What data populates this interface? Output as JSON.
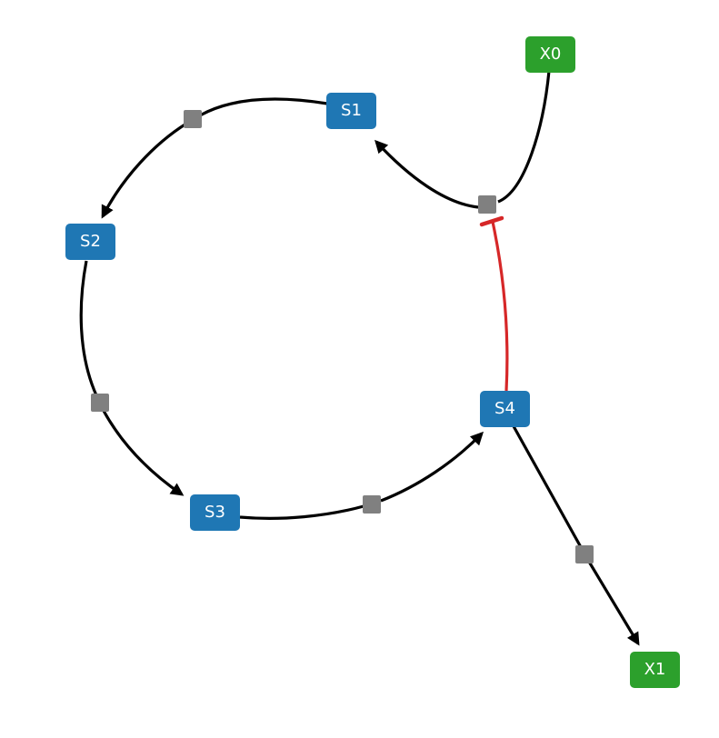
{
  "diagram": {
    "colors": {
      "species": "#1f77b4",
      "external": "#2ca02c",
      "reaction": "#808080",
      "edge": "#000000",
      "inhibition": "#d62728",
      "label": "#ffffff"
    },
    "nodes": [
      {
        "id": "X0",
        "label": "X0",
        "kind": "external"
      },
      {
        "id": "S1",
        "label": "S1",
        "kind": "species"
      },
      {
        "id": "S2",
        "label": "S2",
        "kind": "species"
      },
      {
        "id": "S3",
        "label": "S3",
        "kind": "species"
      },
      {
        "id": "S4",
        "label": "S4",
        "kind": "species"
      },
      {
        "id": "X1",
        "label": "X1",
        "kind": "external"
      }
    ],
    "reactions": [
      {
        "id": "J0",
        "reactants": [
          "X0"
        ],
        "products": [
          "S1"
        ],
        "inhibitors": [
          "S4"
        ]
      },
      {
        "id": "J1",
        "reactants": [
          "S1"
        ],
        "products": [
          "S2"
        ]
      },
      {
        "id": "J2",
        "reactants": [
          "S2"
        ],
        "products": [
          "S3"
        ]
      },
      {
        "id": "J3",
        "reactants": [
          "S3"
        ],
        "products": [
          "S4"
        ]
      },
      {
        "id": "J4",
        "reactants": [
          "S4"
        ],
        "products": [
          "X1"
        ]
      }
    ]
  }
}
